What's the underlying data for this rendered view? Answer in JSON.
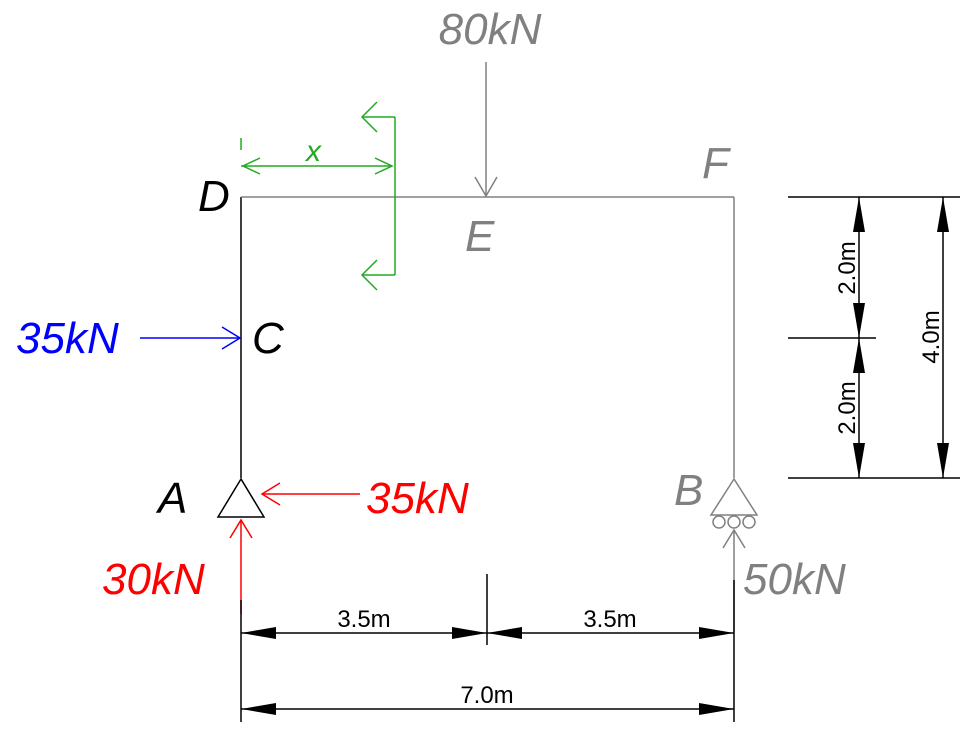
{
  "nodes": {
    "A": "A",
    "B": "B",
    "C": "C",
    "D": "D",
    "E": "E",
    "F": "F"
  },
  "loads": {
    "top_load": "80kN",
    "left_applied": "35kN",
    "reaction_horizontal_a": "35kN",
    "reaction_vertical_a": "30kN",
    "reaction_vertical_b": "50kN"
  },
  "section": {
    "variable": "x"
  },
  "dimensions": {
    "span_left": "3.5m",
    "span_right": "3.5m",
    "span_total": "7.0m",
    "height_upper": "2.0m",
    "height_lower": "2.0m",
    "height_total": "4.0m"
  },
  "colors": {
    "frame_black": "#000000",
    "gray": "#808080",
    "blue": "#0000ff",
    "red": "#ff0000",
    "green": "#22aa22"
  }
}
